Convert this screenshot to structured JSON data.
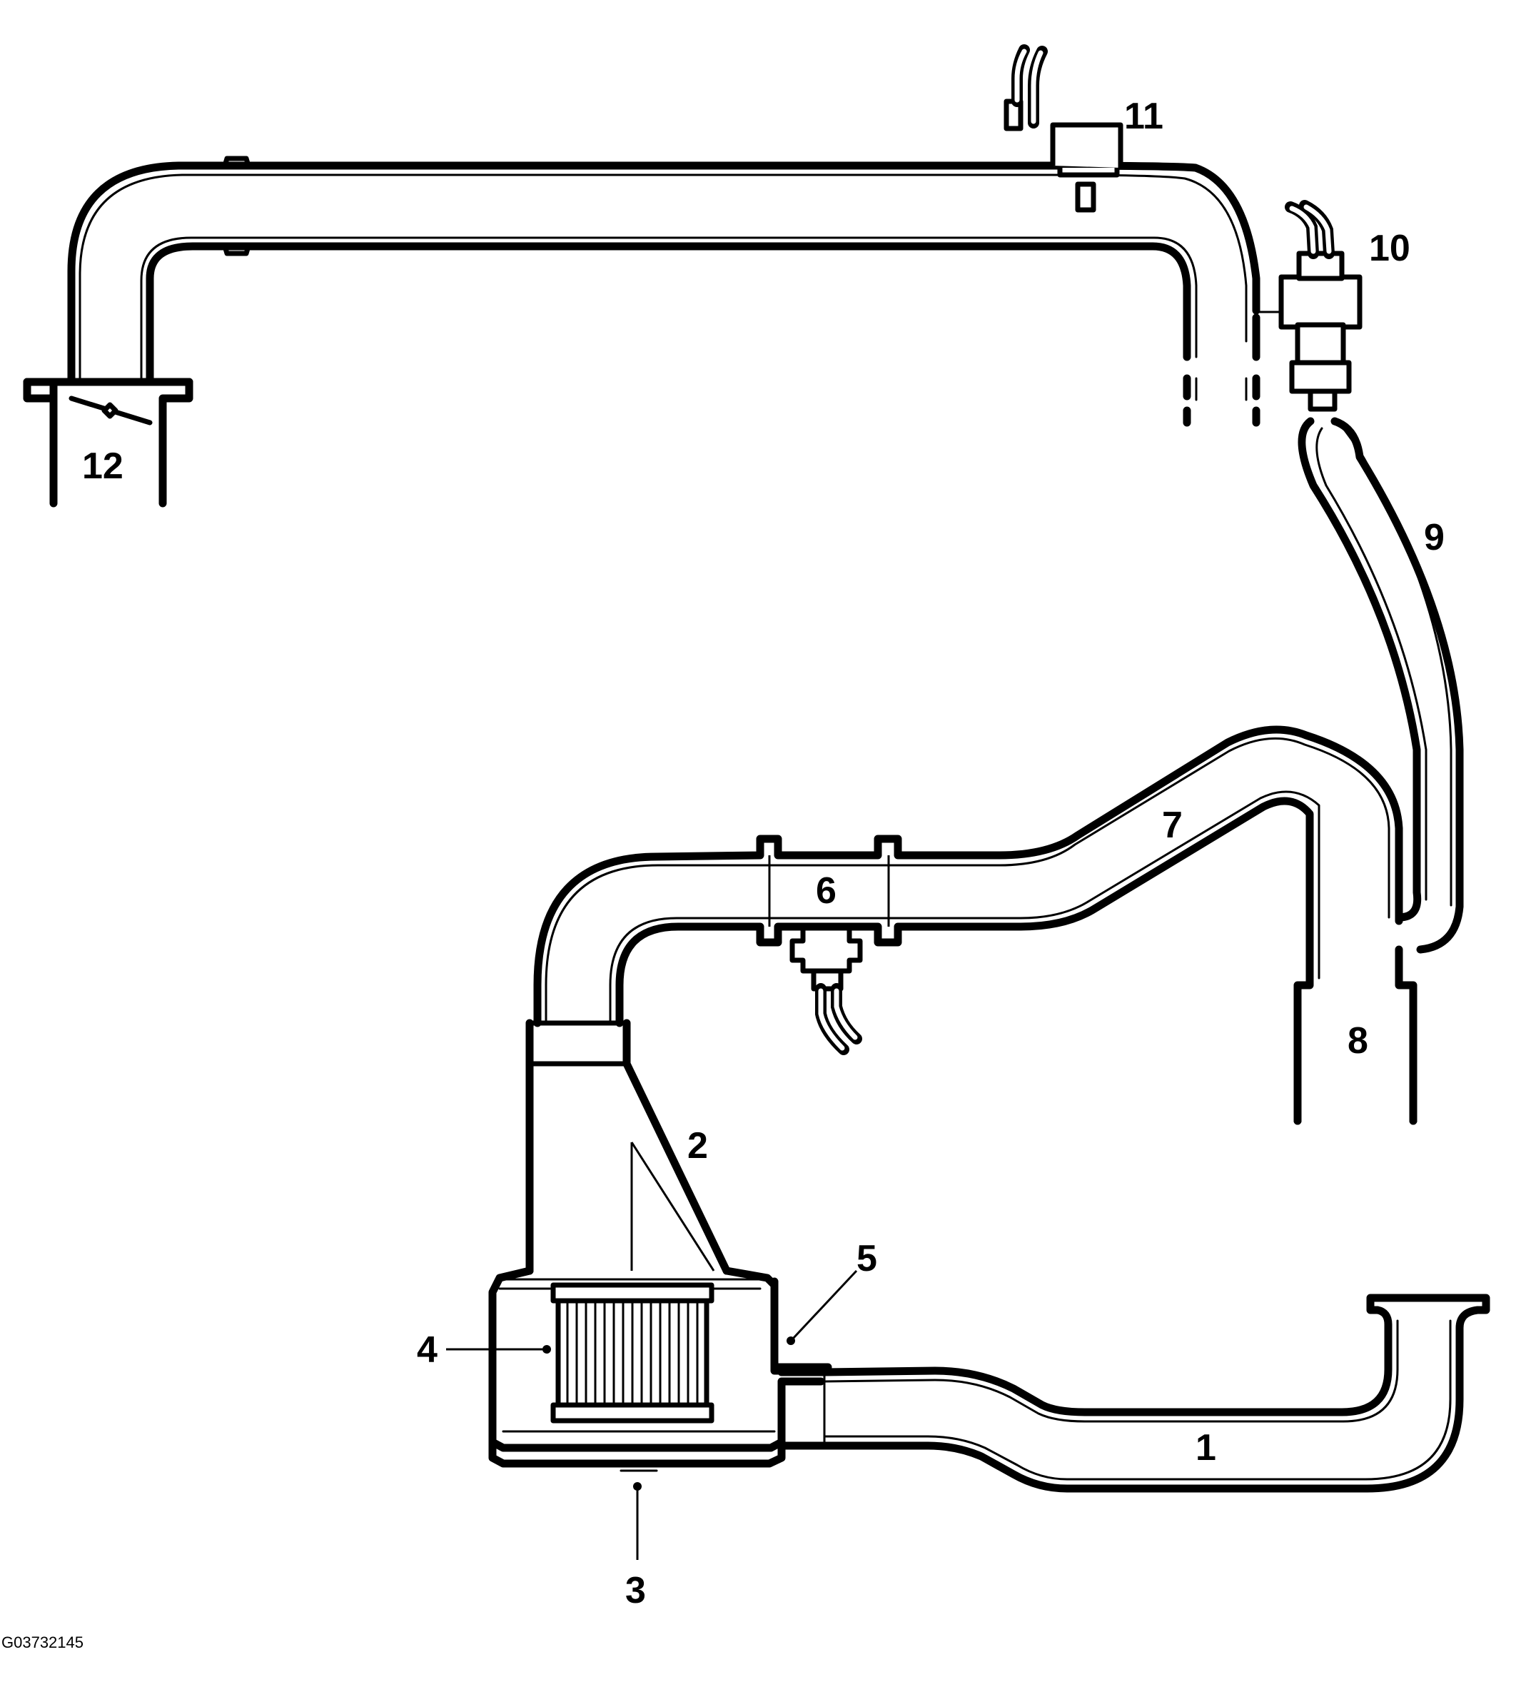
{
  "figure_id": "G03732145",
  "callouts": {
    "c1": "1",
    "c2": "2",
    "c3": "3",
    "c4": "4",
    "c5": "5",
    "c6": "6",
    "c7": "7",
    "c8": "8",
    "c9": "9",
    "c10": "10",
    "c11": "11",
    "c12": "12"
  }
}
